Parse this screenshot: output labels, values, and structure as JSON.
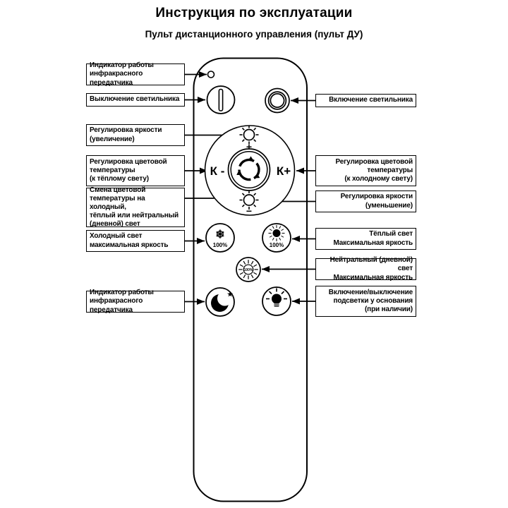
{
  "header": {
    "title": "Инструкция по эксплуатации",
    "subtitle": "Пульт дистанционного управления (пульт ДУ)"
  },
  "callouts_left": {
    "ir_indicator_top": "Индикатор работы\nинфракрасного передатчика",
    "power_off": "Выключение светильника",
    "brightness_up": "Регулировка яркости\n(увеличение)",
    "color_temp_warm": "Регулировка цветовой\nтемпературы\n(к тёплому свету)",
    "color_temp_switch": "Смена цветовой\nтемпературы на холодный,\nтёплый или нейтральный\n(дневной) свет",
    "cold_max": "Холодный свет\nмаксимальная яркость",
    "ir_indicator_bottom": "Индикатор работы\nинфракрасного передатчика"
  },
  "callouts_right": {
    "power_on": "Включение светильника",
    "color_temp_cold": "Регулировка цветовой\nтемпературы\n(к холодному свету)",
    "brightness_down": "Регулировка яркости\n(уменьшение)",
    "warm_max": "Тёплый свет\nМаксимальная яркость",
    "neutral_max": "Нейтральный (дневной) свет\nМаксимальная яркость",
    "base_backlight": "Включение/выключение\nподсветки у основания\n(при наличии)"
  },
  "remote": {
    "k_minus": "К -",
    "k_plus": "К+",
    "plus": "+",
    "minus": "−",
    "snowflake_icon": "❄",
    "star_icon": "★",
    "cold_percent": "100%",
    "warm_percent": "100%",
    "neutral_percent": "100%"
  }
}
